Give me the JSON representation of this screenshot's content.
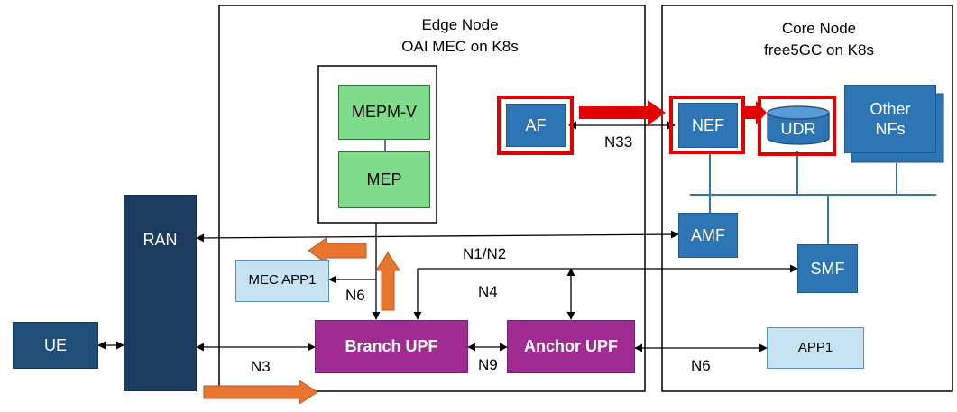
{
  "edge": {
    "title1": "Edge Node",
    "title2": "OAI MEC on K8s"
  },
  "core": {
    "title1": "Core Node",
    "title2": "free5GC on K8s"
  },
  "nodes": {
    "ue": "UE",
    "ran": "RAN",
    "mepm": "MEPM-V",
    "mep": "MEP",
    "af": "AF",
    "nef": "NEF",
    "udr": "UDR",
    "other1": "Other",
    "other2": "NFs",
    "amf": "AMF",
    "smf": "SMF",
    "mec_app": "MEC APP1",
    "branch_upf": "Branch UPF",
    "anchor_upf": "Anchor UPF",
    "app1": "APP1"
  },
  "links": {
    "n33": "N33",
    "n1n2": "N1/N2",
    "n4": "N4",
    "n6a": "N6",
    "n3": "N3",
    "n9": "N9",
    "n6b": "N6"
  },
  "colors": {
    "highlight": "#e00000",
    "flow_arrow": "#e8742f",
    "ue": "#1f4e79",
    "ran": "#1d3a5f",
    "nf": "#2e75b6",
    "app": "#c6e3f4",
    "mec": "#7fdc8a",
    "upf": "#a02b93"
  }
}
